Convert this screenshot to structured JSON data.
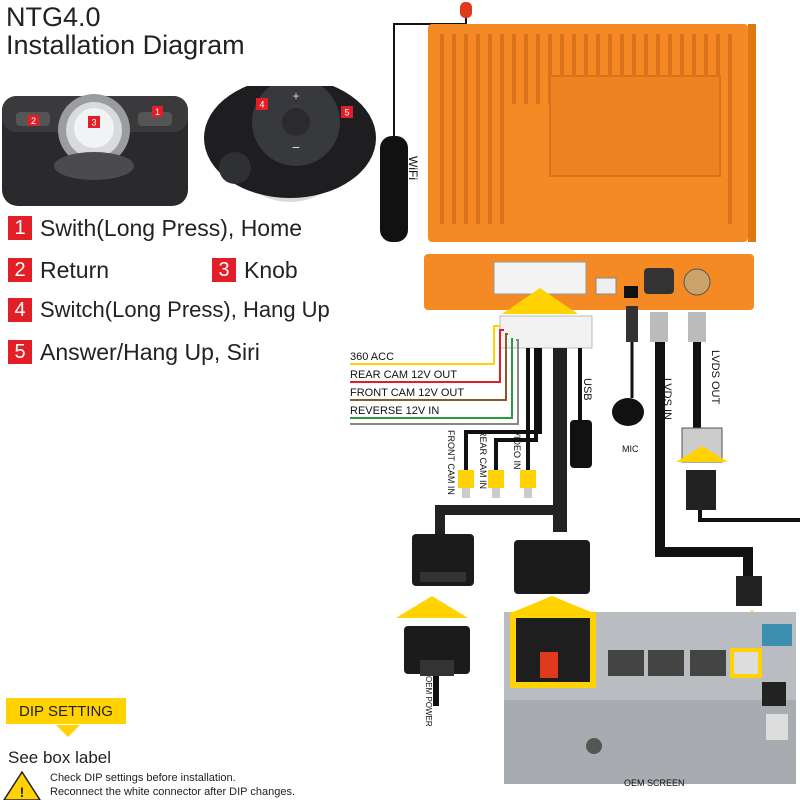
{
  "header": {
    "title_line1": "NTG4.0",
    "title_line2": "Installation Diagram"
  },
  "controller_badges": [
    "1",
    "2",
    "3"
  ],
  "steering_badges": [
    "4",
    "5"
  ],
  "legend": [
    {
      "num": "1",
      "text": "Swith(Long Press), Home"
    },
    {
      "num": "2",
      "text": "Return"
    },
    {
      "num": "3",
      "text": "Knob"
    },
    {
      "num": "4",
      "text": "Switch(Long Press), Hang Up"
    },
    {
      "num": "5",
      "text": "Answer/Hang Up, Siri"
    }
  ],
  "box": {
    "wifi_label": "WiFi"
  },
  "wires": {
    "acc": "360 ACC",
    "rear_cam_12v": "REAR CAM 12V OUT",
    "front_cam_12v": "FRONT CAM 12V OUT",
    "reverse_12v": "REVERSE 12V IN",
    "front_cam_in": "FRONT CAM IN",
    "rear_cam_in": "REAR CAM IN",
    "video_in": "VIDEO IN",
    "usb": "USB",
    "mic": "MIC",
    "lvds_in": "LVDS IN",
    "lvds_out": "LVDS OUT",
    "oem_power": "OEM POWER",
    "oem_screen": "OEM SCREEN"
  },
  "dip": {
    "setting_label": "DIP SETTING",
    "see_label": "See box label",
    "warning_line1": "Check DIP settings before installation.",
    "warning_line2": "Reconnect the white connector after DIP changes."
  },
  "colors": {
    "box_orange": "#f58a25",
    "badge_red": "#e21f26",
    "arrow_yellow": "#ffd200"
  }
}
